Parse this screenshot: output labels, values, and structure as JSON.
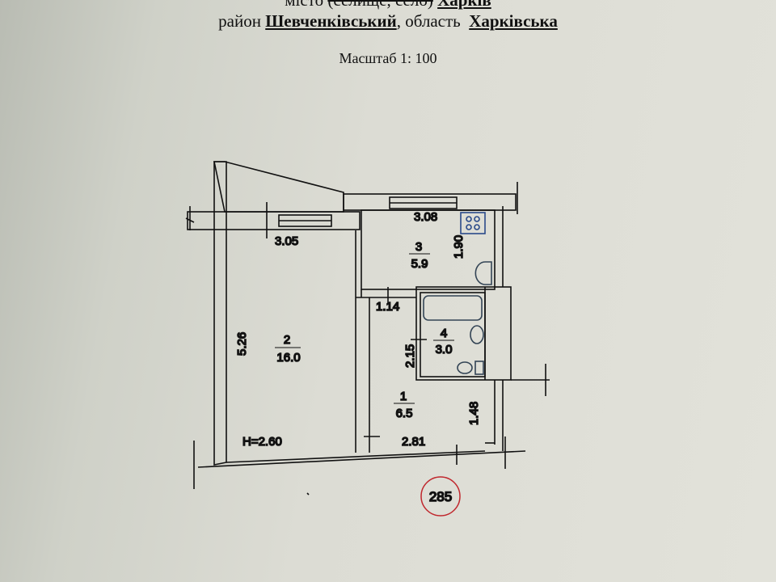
{
  "header": {
    "city_prefix": "місто",
    "city_struck": "(селище, село)",
    "city_value": "Харків",
    "district_prefix": "район",
    "district_value": "Шевченківський",
    "region_prefix": ", область",
    "region_value": "Харківська",
    "scale": "Масштаб 1: 100"
  },
  "plan": {
    "rooms": [
      {
        "number": "1",
        "area": "6.5"
      },
      {
        "number": "2",
        "area": "16.0"
      },
      {
        "number": "3",
        "area": "5.9"
      },
      {
        "number": "4",
        "area": "3.0"
      }
    ],
    "dimensions": {
      "room2_width": "3.05",
      "room2_length": "5.26",
      "kitchen_width": "3.08",
      "kitchen_length": "1.90",
      "corridor_top": "1.14",
      "corridor_side": "2.15",
      "corridor_bottom": "2.81",
      "corridor_right": "1.48"
    },
    "ceiling_height": "H=2.60",
    "stamp_number": "285",
    "ceiling_color": "#1e3a8a",
    "stamp_color": "#c0272d"
  }
}
